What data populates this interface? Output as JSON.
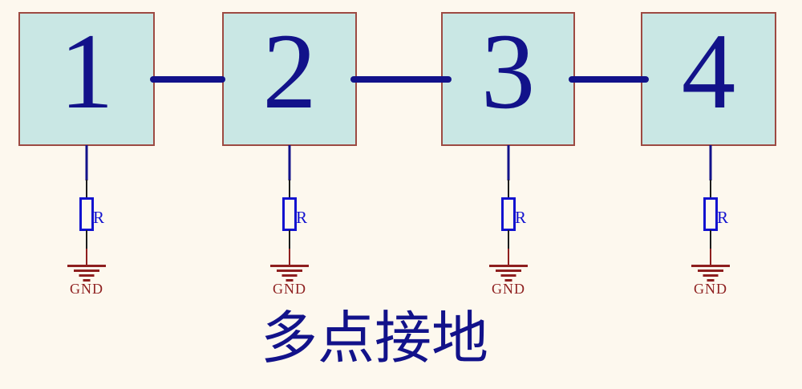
{
  "diagram": {
    "title": "多点接地",
    "nodes": [
      {
        "label": "1"
      },
      {
        "label": "2"
      },
      {
        "label": "3"
      },
      {
        "label": "4"
      }
    ],
    "resistor_label": "R",
    "ground_label": "GND",
    "colors": {
      "background": "#fdf8ee",
      "box_fill": "#c9e7e4",
      "box_border": "#9d4a42",
      "wire_navy": "#12128a",
      "wire_black": "#1c1c1c",
      "resistor_blue": "#1212cf",
      "ground_red": "#8e1f1f",
      "text_navy": "#12128a"
    }
  }
}
